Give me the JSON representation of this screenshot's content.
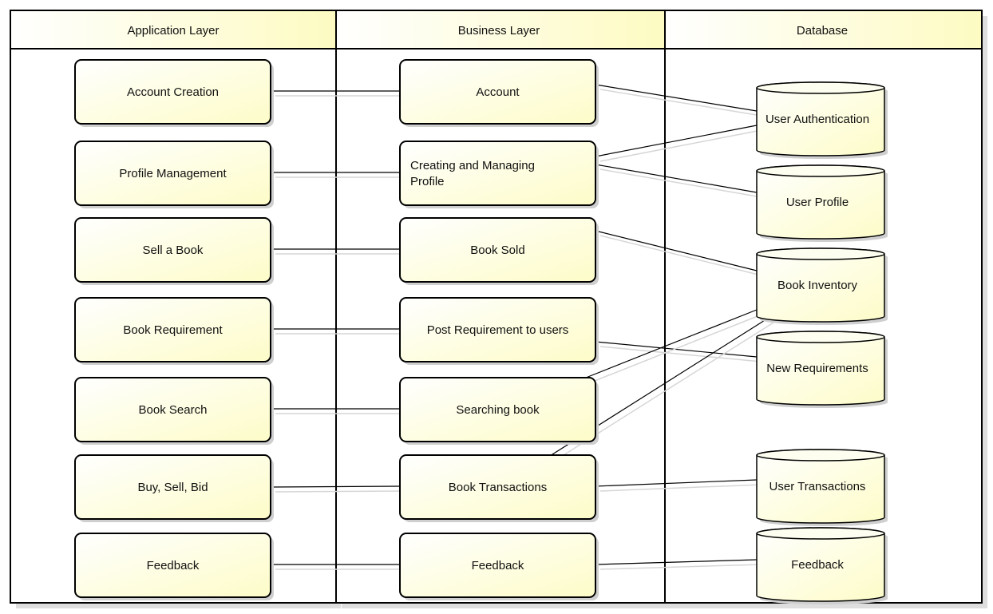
{
  "lanes": {
    "application": "Application Layer",
    "business": "Business Layer",
    "database": "Database"
  },
  "application_layer": [
    {
      "id": "app-account-creation",
      "label": "Account Creation"
    },
    {
      "id": "app-profile-management",
      "label": "Profile Management"
    },
    {
      "id": "app-sell-a-book",
      "label": "Sell a Book"
    },
    {
      "id": "app-book-requirement",
      "label": "Book Requirement"
    },
    {
      "id": "app-book-search",
      "label": "Book Search"
    },
    {
      "id": "app-buy-sell-bid",
      "label": "Buy, Sell, Bid"
    },
    {
      "id": "app-feedback",
      "label": "Feedback"
    }
  ],
  "business_layer": [
    {
      "id": "biz-account",
      "label": "Account"
    },
    {
      "id": "biz-creating-managing-profile",
      "label": "Creating and Managing Profile",
      "lines": [
        "Creating and Managing",
        "Profile"
      ]
    },
    {
      "id": "biz-book-sold",
      "label": "Book Sold"
    },
    {
      "id": "biz-post-requirement",
      "label": "Post Requirement to users"
    },
    {
      "id": "biz-searching-book",
      "label": "Searching book"
    },
    {
      "id": "biz-book-transactions",
      "label": "Book Transactions"
    },
    {
      "id": "biz-feedback",
      "label": "Feedback"
    }
  ],
  "database": [
    {
      "id": "db-user-authentication",
      "label": "User Authentication"
    },
    {
      "id": "db-user-profile",
      "label": "User Profile"
    },
    {
      "id": "db-book-inventory",
      "label": "Book Inventory"
    },
    {
      "id": "db-new-requirements",
      "label": "New Requirements"
    },
    {
      "id": "db-user-transactions",
      "label": "User Transactions"
    },
    {
      "id": "db-feedback",
      "label": "Feedback"
    }
  ],
  "connections": [
    {
      "from": "app-account-creation",
      "to": "biz-account"
    },
    {
      "from": "app-profile-management",
      "to": "biz-creating-managing-profile"
    },
    {
      "from": "app-sell-a-book",
      "to": "biz-book-sold"
    },
    {
      "from": "app-book-requirement",
      "to": "biz-post-requirement"
    },
    {
      "from": "app-book-search",
      "to": "biz-searching-book"
    },
    {
      "from": "app-buy-sell-bid",
      "to": "biz-book-transactions"
    },
    {
      "from": "app-feedback",
      "to": "biz-feedback"
    },
    {
      "from": "biz-account",
      "to": "db-user-authentication"
    },
    {
      "from": "biz-creating-managing-profile",
      "to": "db-user-authentication"
    },
    {
      "from": "biz-creating-managing-profile",
      "to": "db-user-profile"
    },
    {
      "from": "biz-book-sold",
      "to": "db-book-inventory"
    },
    {
      "from": "biz-post-requirement",
      "to": "db-new-requirements"
    },
    {
      "from": "biz-searching-book",
      "to": "db-book-inventory"
    },
    {
      "from": "biz-book-transactions",
      "to": "db-book-inventory"
    },
    {
      "from": "biz-book-transactions",
      "to": "db-user-transactions"
    },
    {
      "from": "biz-feedback",
      "to": "db-feedback"
    }
  ],
  "colors": {
    "box_fill_light": "#fefef6",
    "box_fill_dark": "#fdfcc8",
    "header_fill_light": "#ffffff",
    "header_fill_dark": "#fdfcc8",
    "outline": "#000000",
    "shadow": "#d4d4d4"
  }
}
